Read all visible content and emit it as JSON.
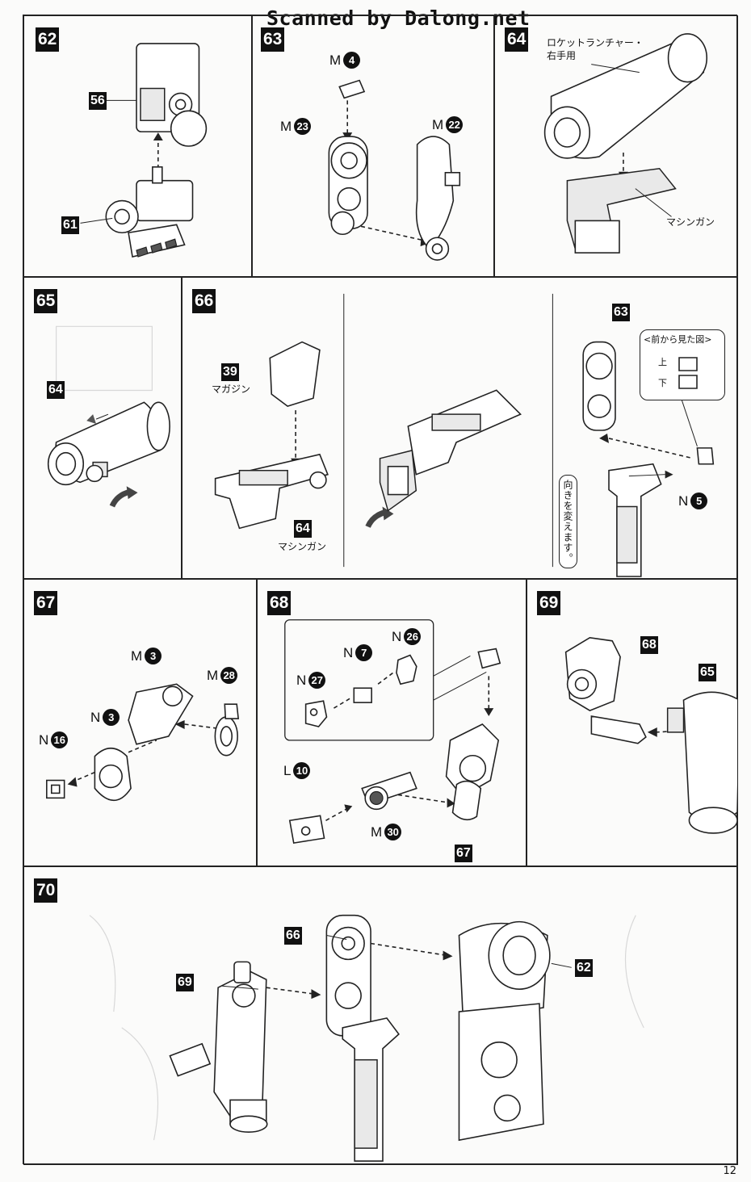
{
  "watermark": "Scanned by Dalong.net",
  "page_number": "12",
  "steps": {
    "s62": {
      "num": "62",
      "parts": [
        "56",
        "61"
      ]
    },
    "s63": {
      "num": "63",
      "runners": [
        {
          "l": "M",
          "n": "4"
        },
        {
          "l": "M",
          "n": "23"
        },
        {
          "l": "M",
          "n": "22"
        }
      ]
    },
    "s64": {
      "num": "64",
      "label_rocket": "ロケットランチャー・",
      "label_rocket2": "右手用",
      "label_mg": "マシンガン"
    },
    "s65": {
      "num": "65",
      "parts": [
        "64"
      ]
    },
    "s66": {
      "num": "66",
      "parts": [
        "39",
        "64",
        "63"
      ],
      "label_magazine": "マガジン",
      "label_mg": "マシンガン",
      "view_title": "<前から見た図>",
      "view_up": "上",
      "view_down": "下",
      "note_vertical": "向きを変えます。",
      "runners": [
        {
          "l": "N",
          "n": "5"
        }
      ]
    },
    "s67": {
      "num": "67",
      "runners": [
        {
          "l": "M",
          "n": "3"
        },
        {
          "l": "M",
          "n": "28"
        },
        {
          "l": "N",
          "n": "3"
        },
        {
          "l": "N",
          "n": "16"
        }
      ]
    },
    "s68": {
      "num": "68",
      "parts": [
        "67"
      ],
      "runners": [
        {
          "l": "N",
          "n": "26"
        },
        {
          "l": "N",
          "n": "7"
        },
        {
          "l": "N",
          "n": "27"
        },
        {
          "l": "L",
          "n": "10"
        },
        {
          "l": "M",
          "n": "30"
        }
      ]
    },
    "s69": {
      "num": "69",
      "parts": [
        "68",
        "65"
      ]
    },
    "s70": {
      "num": "70",
      "parts": [
        "66",
        "69",
        "62"
      ]
    }
  }
}
